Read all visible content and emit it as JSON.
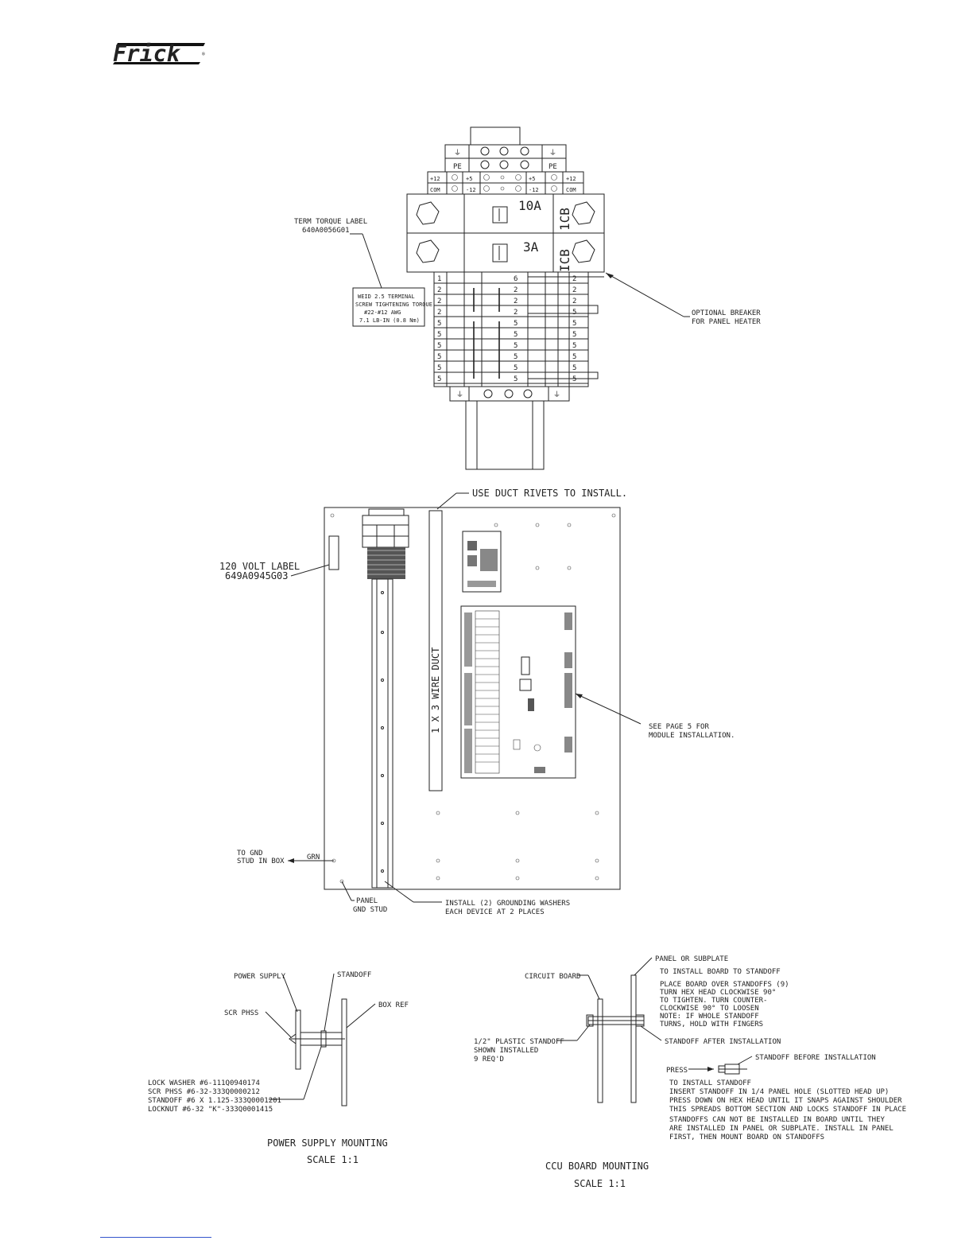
{
  "brand": {
    "logo_text": "Frick",
    "registered_mark": "®"
  },
  "top_terminal": {
    "pe_left": "PE",
    "pe_right": "PE",
    "power_row1": [
      "+12",
      "+5",
      "+5",
      "+12"
    ],
    "power_row2": [
      "COM",
      "-12",
      "-12",
      "COM"
    ],
    "breaker_top_rating": "10A",
    "breaker_top_id": "1CB",
    "breaker_bottom_rating": "3A",
    "breaker_bottom_id": "ICB",
    "terminal_numbers_left": [
      "1",
      "2",
      "2",
      "2",
      "5",
      "5",
      "5",
      "5",
      "5",
      "5"
    ],
    "terminal_numbers_mid": [
      "6",
      "2",
      "2",
      "2",
      "5",
      "5",
      "5",
      "5",
      "5",
      "5"
    ],
    "terminal_numbers_right": [
      "2",
      "2",
      "2",
      "5",
      "5",
      "5",
      "5",
      "5",
      "5",
      "5"
    ],
    "term_torque_label": [
      "TERM TORQUE LABEL",
      "640A0056G01"
    ],
    "torque_box": [
      "WEID 2.5 TERMINAL",
      "SCREW TIGHTENING TORQUE",
      "#22-#12 AWG",
      "7.1 LB-IN (0.8 Nm)"
    ],
    "optional_breaker": [
      "OPTIONAL BREAKER",
      "FOR PANEL HEATER"
    ]
  },
  "panel": {
    "duct_rivets_note": "USE DUCT RIVETS TO INSTALL.",
    "volt_label": [
      "120 VOLT LABEL",
      "649A0945G03"
    ],
    "wire_duct": "1 X 3 WIRE DUCT",
    "module_note": [
      "SEE PAGE 5 FOR",
      "MODULE INSTALLATION."
    ],
    "gnd_note": [
      "TO GND",
      "STUD IN BOX"
    ],
    "grn": "GRN",
    "panel_gnd_stud": [
      "PANEL",
      "GND STUD"
    ],
    "grounding_note": [
      "INSTALL (2) GROUNDING WASHERS",
      "EACH DEVICE AT 2 PLACES"
    ]
  },
  "power_supply_detail": {
    "power_supply": "POWER SUPPLY",
    "standoff": "STANDOFF",
    "scr_phss": "SCR PHSS",
    "box_ref": "BOX REF",
    "parts": [
      "LOCK WASHER #6-111Q0940174",
      "SCR PHSS #6-32-333Q0000212",
      "STANDOFF #6 X 1.125-333Q0001201",
      "LOCKNUT #6-32 \"K\"-333Q0001415"
    ],
    "title": "POWER SUPPLY MOUNTING",
    "scale": "SCALE 1:1"
  },
  "ccu_detail": {
    "panel_or_subplate": "PANEL OR SUBPLATE",
    "circuit_board": "CIRCUIT BOARD",
    "install_heading": "TO INSTALL BOARD TO STANDOFF",
    "install_steps": [
      "PLACE BOARD OVER STANDOFFS (9)",
      "TURN HEX HEAD CLOCKWISE 90°",
      "TO TIGHTEN. TURN COUNTER-",
      "CLOCKWISE 90° TO LOOSEN",
      "NOTE: IF WHOLE STANDOFF",
      "TURNS, HOLD WITH FINGERS"
    ],
    "plastic_standoff": [
      "1/2\" PLASTIC STANDOFF",
      "SHOWN INSTALLED",
      "9 REQ'D"
    ],
    "standoff_after": "STANDOFF AFTER INSTALLATION",
    "press": "PRESS",
    "standoff_before": "STANDOFF BEFORE INSTALLATION",
    "install_standoff": [
      "TO INSTALL STANDOFF",
      "INSERT STANDOFF IN 1/4 PANEL HOLE (SLOTTED HEAD UP)",
      "PRESS DOWN ON HEX HEAD UNTIL IT SNAPS AGAINST SHOULDER",
      "THIS SPREADS BOTTOM SECTION AND LOCKS STANDOFF IN PLACE"
    ],
    "warning": [
      "STANDOFFS CAN NOT BE INSTALLED IN BOARD UNTIL THEY",
      "ARE INSTALLED IN PANEL OR SUBPLATE. INSTALL IN PANEL",
      "FIRST, THEN MOUNT BOARD ON STANDOFFS"
    ],
    "title": "CCU BOARD MOUNTING",
    "scale": "SCALE 1:1"
  }
}
